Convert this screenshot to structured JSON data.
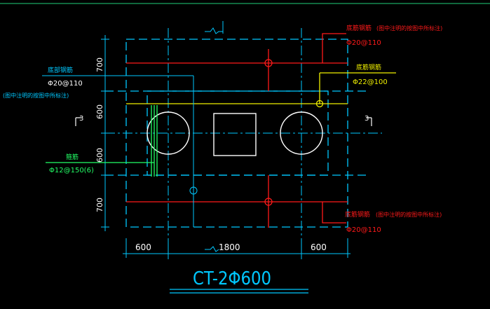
{
  "colors": {
    "background": "#000000",
    "frame": "#1fd07a",
    "dash": "#00c8ff",
    "cyan_line": "#00c8ff",
    "red": "#ff1a1a",
    "yellow": "#f0f000",
    "green": "#22ff66",
    "white_text": "#ffffff"
  },
  "title": "CT-2Φ600",
  "dimensions": {
    "bottom": [
      "600",
      "1800",
      "600"
    ],
    "left": [
      "700",
      "600",
      "600",
      "700"
    ]
  },
  "section_marks": {
    "left": "3",
    "right": "3"
  },
  "annotations": {
    "top_right": {
      "label": "底筋钢筋",
      "note": "(图中注明的按图中所标注)",
      "rebar": "Φ20@110"
    },
    "right_yellow": {
      "label": "底筋钢筋",
      "rebar": "Φ22@100"
    },
    "left_top": {
      "label": "底部钢筋",
      "rebar": "Φ20@110",
      "note": "(图中注明的按图中所标注)"
    },
    "left_green": {
      "label": "箍筋",
      "rebar": "Φ12@150(6)"
    },
    "bottom_right": {
      "label": "底筋钢筋",
      "note": "(图中注明的按图中所标注)",
      "rebar": "Φ20@110"
    }
  }
}
